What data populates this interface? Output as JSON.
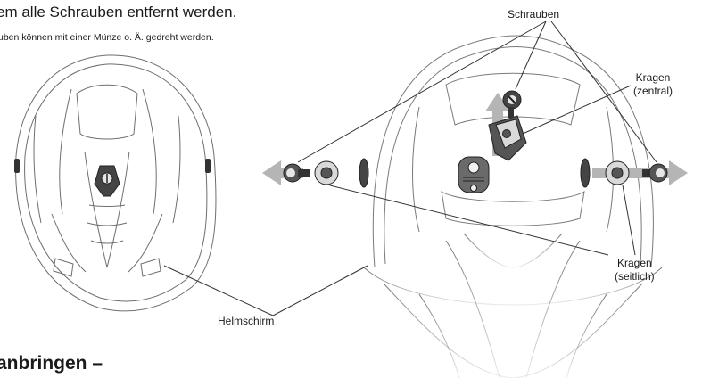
{
  "heading": "em alle Schrauben entfernt werden.",
  "subline": "uben können mit einer Münze o. Ä. gedreht werden.",
  "bottom_heading": "anbringen –",
  "labels": {
    "schrauben": "Schrauben",
    "kragen_zentral_1": "Kragen",
    "kragen_zentral_2": "(zentral)",
    "kragen_seitlich_1": "Kragen",
    "kragen_seitlich_2": "(seitlich)",
    "helmschirm": "Helmschirm"
  },
  "colors": {
    "line": "#333333",
    "arrow": "#b5b5b5",
    "helmet_stroke": "#6e6e6e"
  }
}
